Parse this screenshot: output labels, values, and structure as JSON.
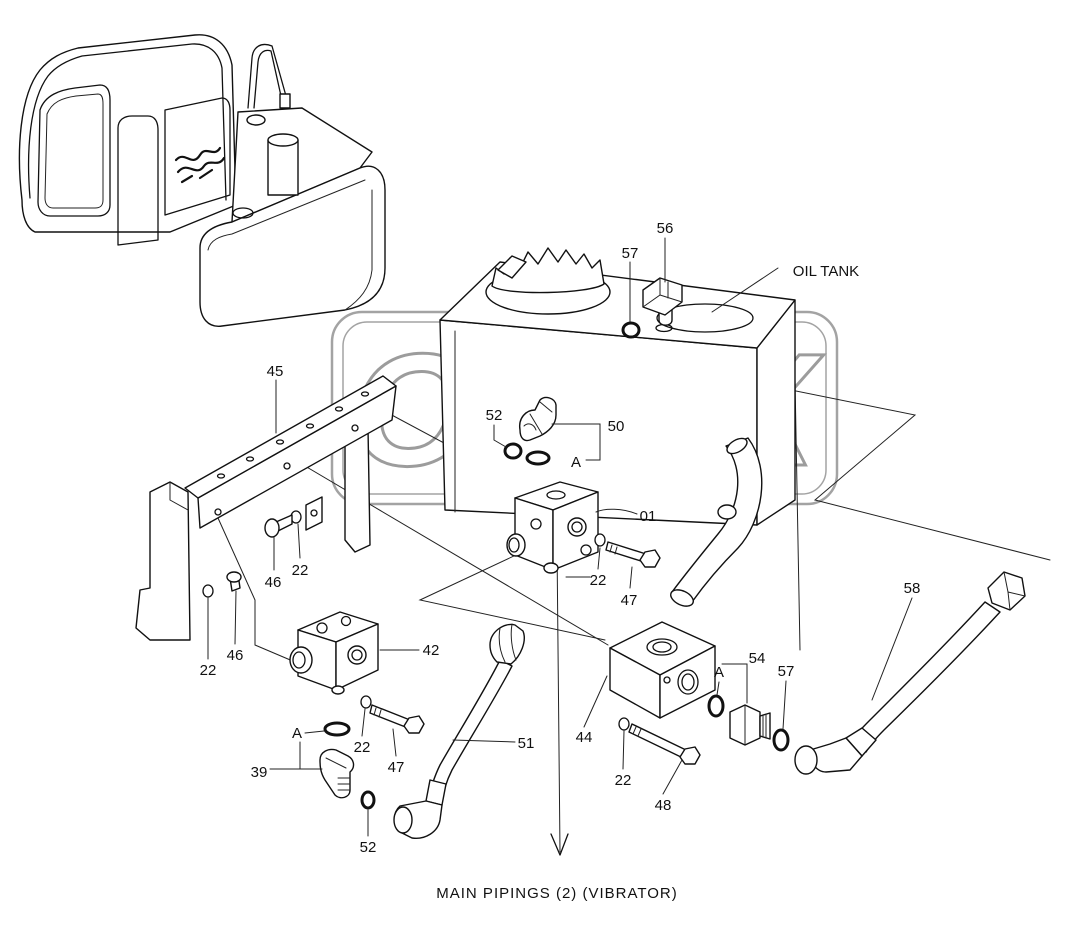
{
  "diagram": {
    "caption": "MAIN PIPINGS (2) (VIBRATOR)",
    "watermark": "OREX",
    "tank_label": "OIL TANK",
    "callouts": [
      "56",
      "57",
      "45",
      "52",
      "50",
      "01",
      "46",
      "22",
      "22",
      "47",
      "58",
      "42",
      "22",
      "46",
      "54",
      "57",
      "51",
      "44",
      "39",
      "22",
      "47",
      "22",
      "48",
      "52"
    ],
    "ports": [
      "A",
      "A",
      "A"
    ]
  }
}
